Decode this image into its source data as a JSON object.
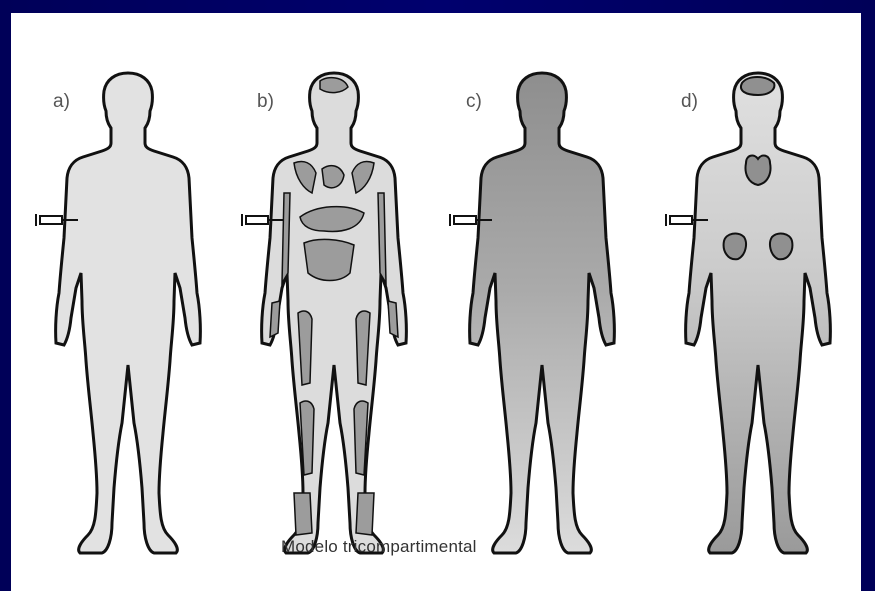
{
  "figure": {
    "panels": [
      {
        "label": "a)",
        "fill": "#e2e2e2"
      },
      {
        "label": "b)",
        "fill": "#dcdcdc",
        "vessel_fill": "#9c9c9c"
      },
      {
        "label": "c)",
        "fill_top": "#8e8e8e",
        "fill_bottom": "#dcdcdc"
      },
      {
        "label": "d)",
        "fill_top": "#e0e0e0",
        "fill_bottom": "#9a9a9a",
        "organ_fill": "#909090"
      }
    ],
    "caption": "Modelo tricompartimental"
  },
  "colors": {
    "slide_background": "#000066",
    "panel_background": "#ffffff",
    "outline": "#111111"
  }
}
